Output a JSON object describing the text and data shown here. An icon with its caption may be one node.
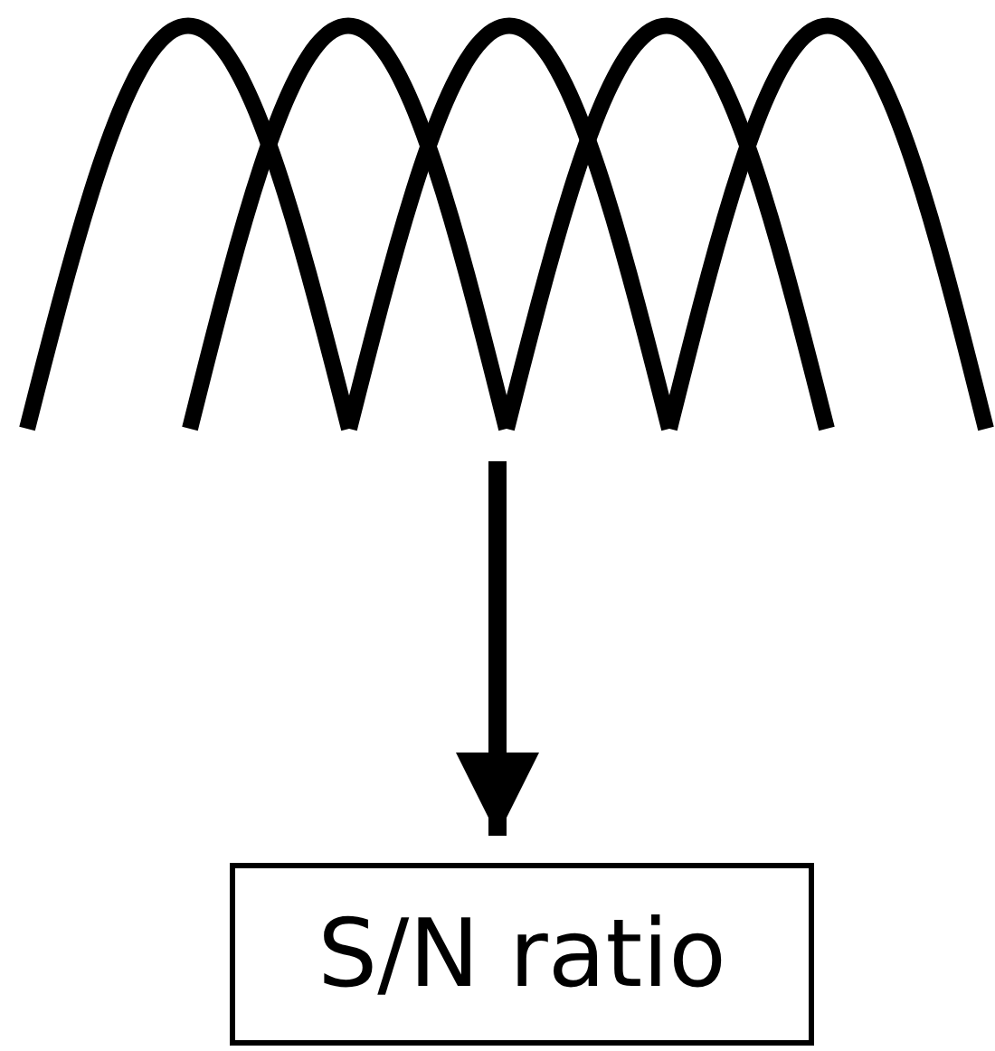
{
  "diagram": {
    "nodes": [
      {
        "text": [],
        "shape": "picture"
      },
      {
        "text": [
          "S/N ratio"
        ]
      }
    ],
    "edges": [
      {
        "from": 0,
        "to": 1,
        "arrow": "to"
      }
    ]
  }
}
